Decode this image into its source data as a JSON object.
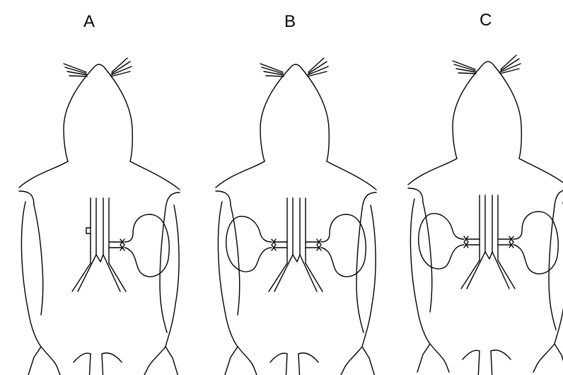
{
  "figure": {
    "panels": [
      {
        "id": "A",
        "label": "A",
        "kidneys": 1
      },
      {
        "id": "B",
        "label": "B",
        "kidneys": 2
      },
      {
        "id": "C",
        "label": "C",
        "kidneys": 2
      }
    ],
    "colors": {
      "stroke": "#000000",
      "background": "#ffffff"
    }
  }
}
